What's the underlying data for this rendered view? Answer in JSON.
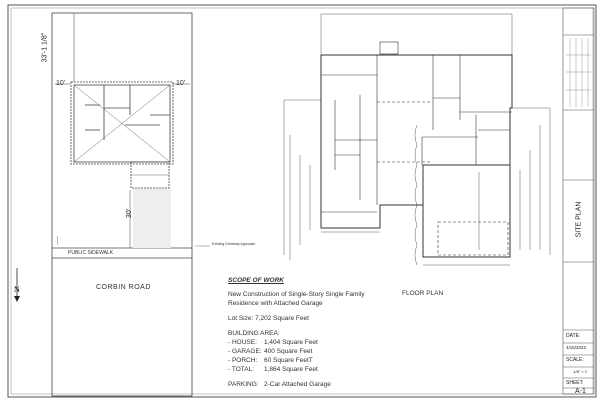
{
  "site_plan": {
    "setback_rear": "33'-1 1/8\"",
    "setback_left": "10'",
    "setback_right": "10'",
    "setback_front": "30'",
    "sidewalk_label": "PUBLIC SIDEWALK",
    "road_label": "CORBIN ROAD",
    "driveway_note": "Existing Driveway Approach",
    "north_label": "N"
  },
  "floor_plan": {
    "label": "FLOOR PLAN"
  },
  "scope": {
    "heading": "SCOPE OF WORK",
    "description_1": "New Construction of Single-Story Single Family",
    "description_2": "Residence with Attached Garage",
    "lot_size": "Lot Size: 7,202 Square Feet",
    "building_area_heading": "BUILDING AREA:",
    "areas": [
      {
        "label": "- HOUSE:",
        "value": "1,404 Square Feet"
      },
      {
        "label": "- GARAGE:",
        "value": "400 Square Feet"
      },
      {
        "label": "- PORCH:",
        "value": "60 Square FeetT"
      },
      {
        "label": "- TOTAL:",
        "value": "1,864 Square Feet"
      }
    ],
    "parking_label": "PARKING:",
    "parking_value": "2-Car Attached Garage"
  },
  "title_block": {
    "sheet_title": "SITE PLAN",
    "date_label": "DATE:",
    "date_value": "4/15/2022",
    "scale_label": "SCALE:",
    "scale_value": "1/8\" = 1'",
    "sheet_label": "SHEET:",
    "sheet_value": "A-1"
  }
}
